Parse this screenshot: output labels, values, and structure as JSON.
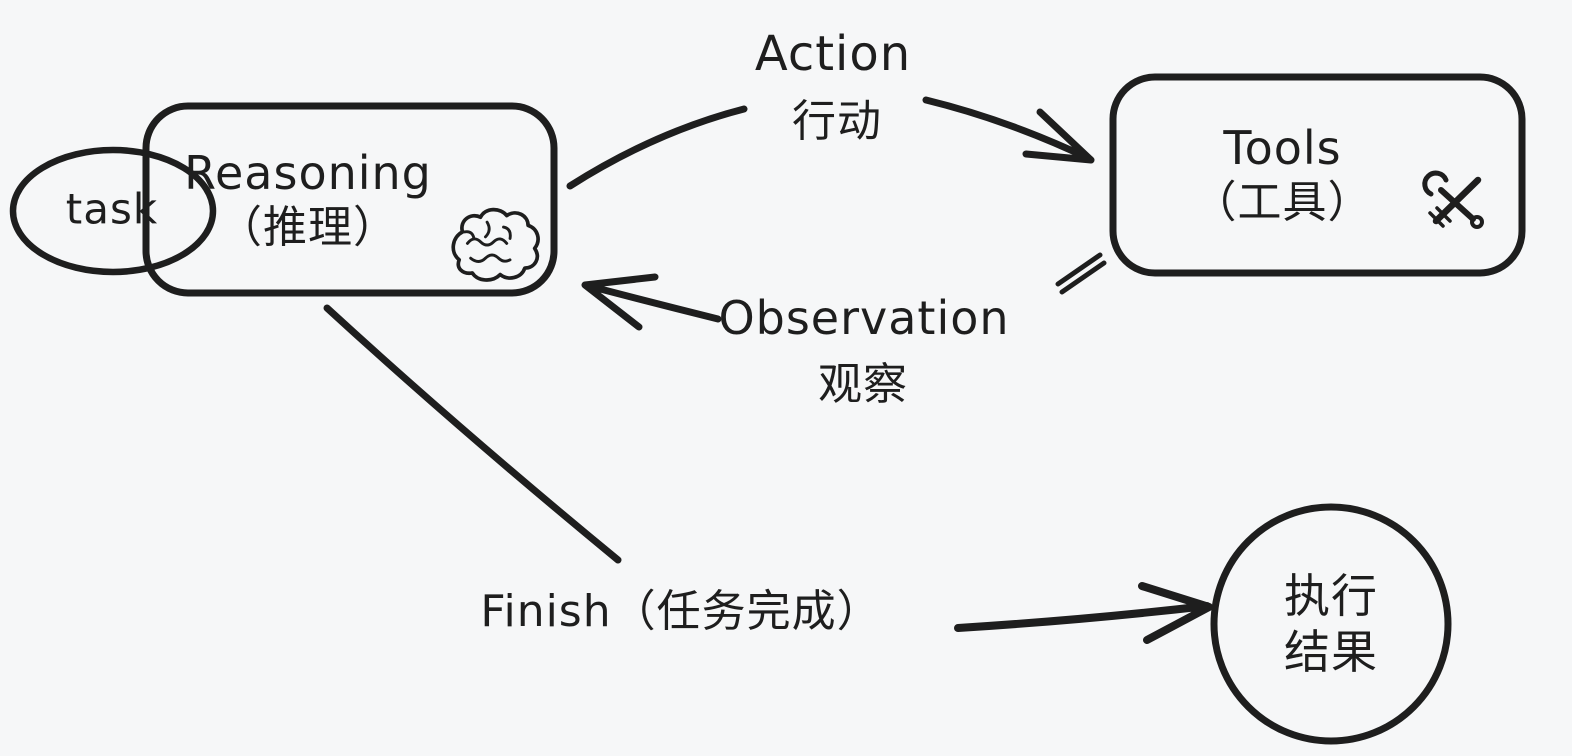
{
  "palette": {
    "background": "#f6f7f8",
    "ink": "#1e1e1e",
    "node_green": "#a7e3a9",
    "node_yellow": "#f7e392",
    "brain_pink": "#f1a7bb"
  },
  "nodes": {
    "task": {
      "label": "task"
    },
    "reasoning": {
      "title": "Reasoning",
      "subtitle": "（推理）",
      "icon": "brain-icon"
    },
    "tools": {
      "title": "Tools",
      "subtitle": "（工具）",
      "icon": "wrench-screwdriver-icon"
    },
    "result": {
      "line1": "执行",
      "line2": "结果"
    }
  },
  "edges": {
    "action": {
      "label_en": "Action",
      "label_zh": "行动",
      "from": "Reasoning",
      "to": "Tools"
    },
    "observation": {
      "label_en": "Observation",
      "label_zh": "观察",
      "from": "Tools",
      "to": "Reasoning"
    },
    "finish": {
      "label": "Finish（任务完成）",
      "from": "Reasoning",
      "to": "执行结果"
    }
  }
}
